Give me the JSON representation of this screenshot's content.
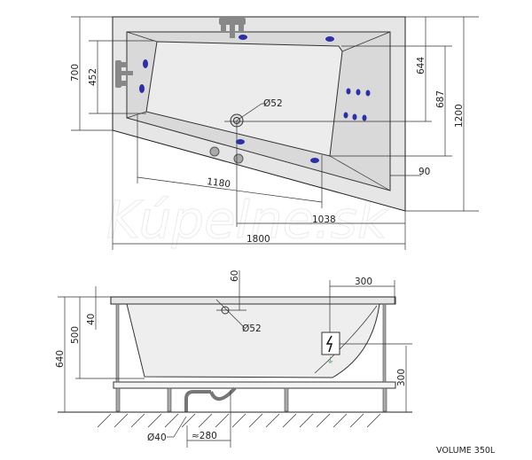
{
  "watermark": "Kúpelne.sk",
  "top_view": {
    "dims": {
      "d700": "700",
      "d452": "452",
      "d644": "644",
      "d687": "687",
      "d1200": "1200",
      "d90": "90",
      "d1180": "1180",
      "d1038": "1038",
      "d1800": "1800",
      "drain": "Ø52"
    }
  },
  "side_view": {
    "dims": {
      "d640": "640",
      "d500": "500",
      "d40": "40",
      "d60": "60",
      "d300_top": "300",
      "d300_right": "300",
      "overflow": "Ø52",
      "waste": "Ø40",
      "d280": "≈280"
    }
  },
  "volume_label": "VOLUME 350L",
  "colors": {
    "jet": "#2b2fa8",
    "ground": "#2e9c5a"
  }
}
